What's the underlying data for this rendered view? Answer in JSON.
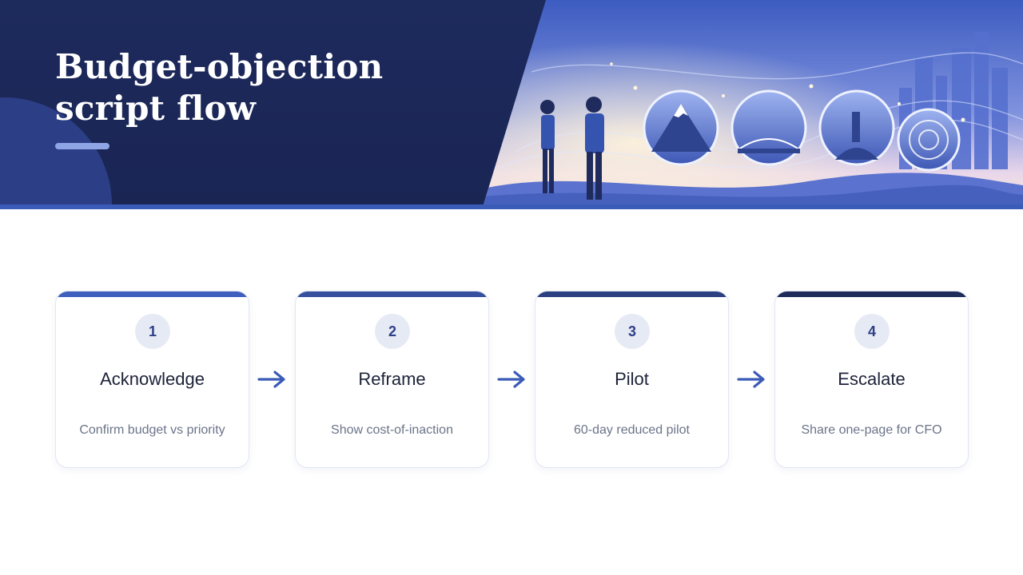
{
  "header": {
    "title": "Budget-objection script flow"
  },
  "colors": {
    "header_bg": "#1d2a5c",
    "accent": "#3b5bb8",
    "card_bar_1": "#3f5fbf",
    "card_bar_2": "#35509f",
    "card_bar_3": "#2c3f82",
    "card_bar_4": "#1f2b5a"
  },
  "steps": [
    {
      "number": "1",
      "title": "Acknowledge",
      "description": "Confirm budget vs priority"
    },
    {
      "number": "2",
      "title": "Reframe",
      "description": "Show cost-of-inaction"
    },
    {
      "number": "3",
      "title": "Pilot",
      "description": "60-day reduced pilot"
    },
    {
      "number": "4",
      "title": "Escalate",
      "description": "Share one-page for CFO"
    }
  ]
}
